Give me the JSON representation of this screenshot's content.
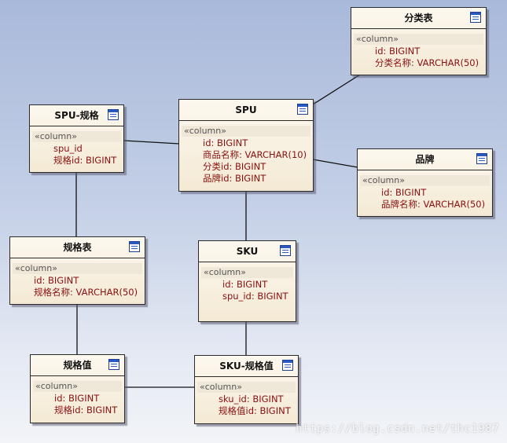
{
  "stereotype": "«column»",
  "entities": {
    "fenlei": {
      "title": "分类表",
      "attrs": [
        "id: BIGINT",
        "分类名称: VARCHAR(50)"
      ]
    },
    "spu": {
      "title": "SPU",
      "attrs": [
        "id: BIGINT",
        "商品名称: VARCHAR(10)",
        "分类id: BIGINT",
        "品牌id: BIGINT"
      ]
    },
    "spu_guige": {
      "title": "SPU-规格",
      "attrs": [
        "spu_id",
        "规格id: BIGINT"
      ]
    },
    "pinpai": {
      "title": "品牌",
      "attrs": [
        "id: BIGINT",
        "品牌名称: VARCHAR(50)"
      ]
    },
    "guige": {
      "title": "规格表",
      "attrs": [
        "id: BIGINT",
        "规格名称: VARCHAR(50)"
      ]
    },
    "sku": {
      "title": "SKU",
      "attrs": [
        "id: BIGINT",
        "spu_id: BIGINT"
      ]
    },
    "guigezhi": {
      "title": "规格值",
      "attrs": [
        "id: BIGINT",
        "规格id: BIGINT"
      ]
    },
    "sku_guigezhi": {
      "title": "SKU-规格值",
      "attrs": [
        "sku_id: BIGINT",
        "规格值id: BIGINT"
      ]
    }
  },
  "watermark": "https://blog.csdn.net/thc1987",
  "icon": "table-icon"
}
